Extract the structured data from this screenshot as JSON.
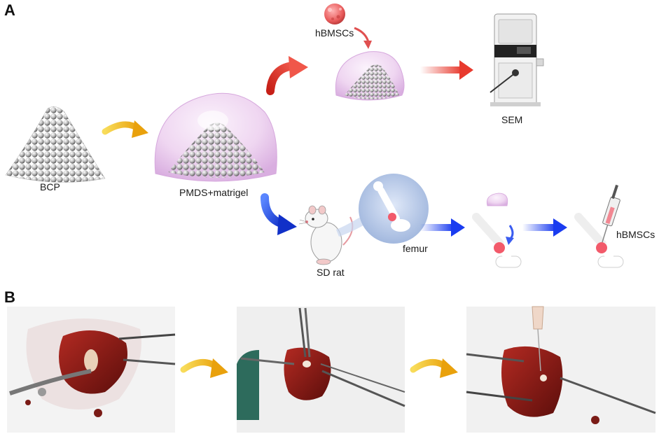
{
  "panels": {
    "a": {
      "letter": "A",
      "labels": {
        "bcp": "BCP",
        "pmds": "PMDS+matrigel",
        "cells_top": "hBMSCs",
        "sem": "SEM",
        "rat": "SD rat",
        "femur": "femur",
        "cells_bottom": "hBMSCs"
      }
    },
    "b": {
      "letter": "B",
      "photos": [
        "surgery-photo-1",
        "surgery-photo-2",
        "surgery-photo-3"
      ]
    }
  },
  "colors": {
    "red_arrow": "#e83a2e",
    "blue_arrow": "#1a3cf0",
    "yellow_arrow": "#f2b81c",
    "gel": "#e9c9ec",
    "marker": "#f25a6a",
    "tissue": "#8c1a16"
  }
}
